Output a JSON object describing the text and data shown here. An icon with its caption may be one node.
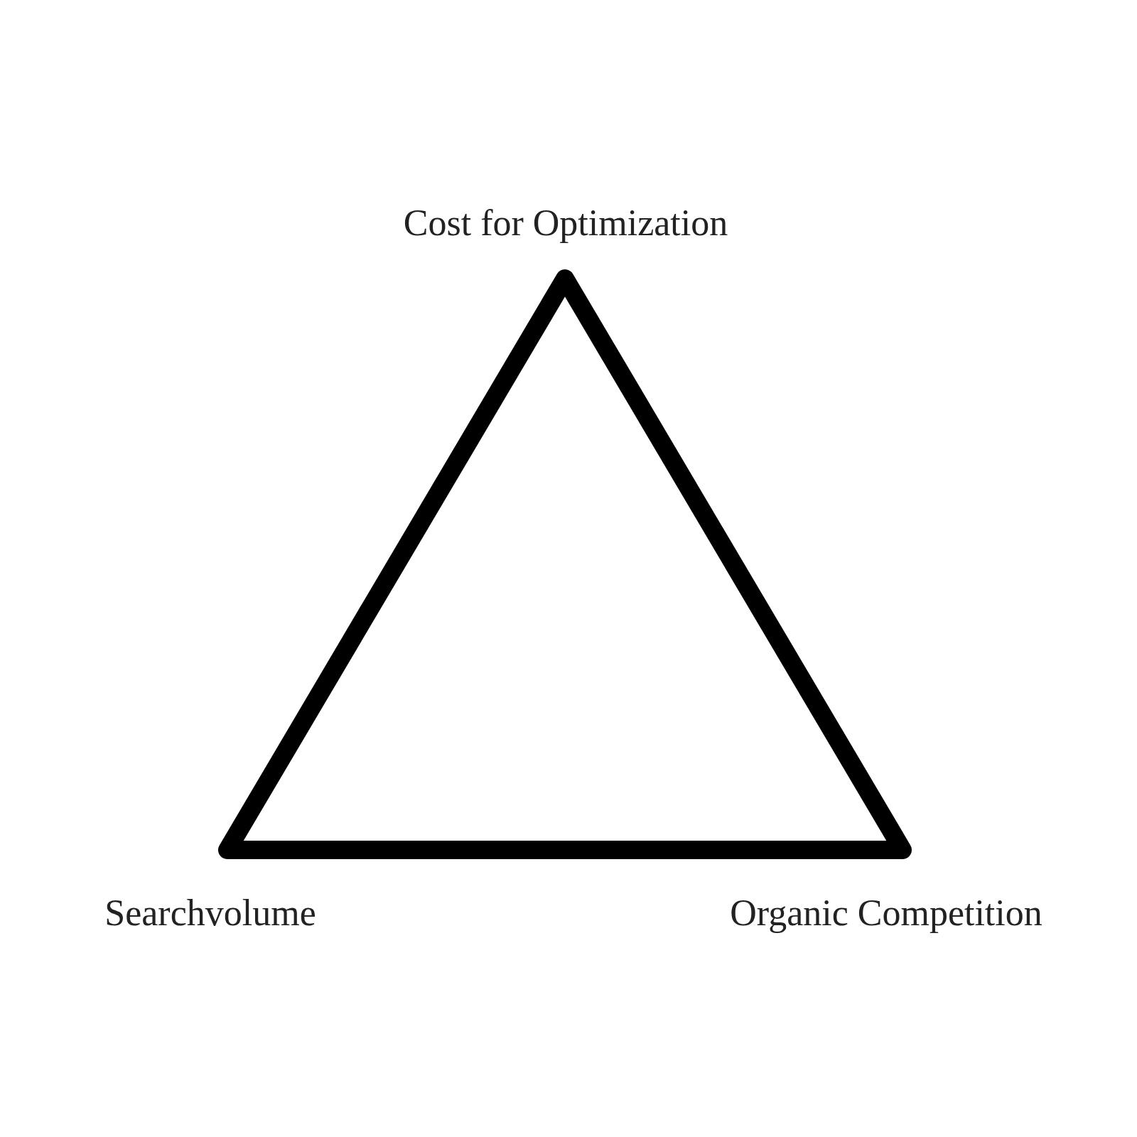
{
  "diagram": {
    "labels": [
      "Cost for Optimization",
      "Searchvolume",
      "Organic Competition"
    ]
  }
}
